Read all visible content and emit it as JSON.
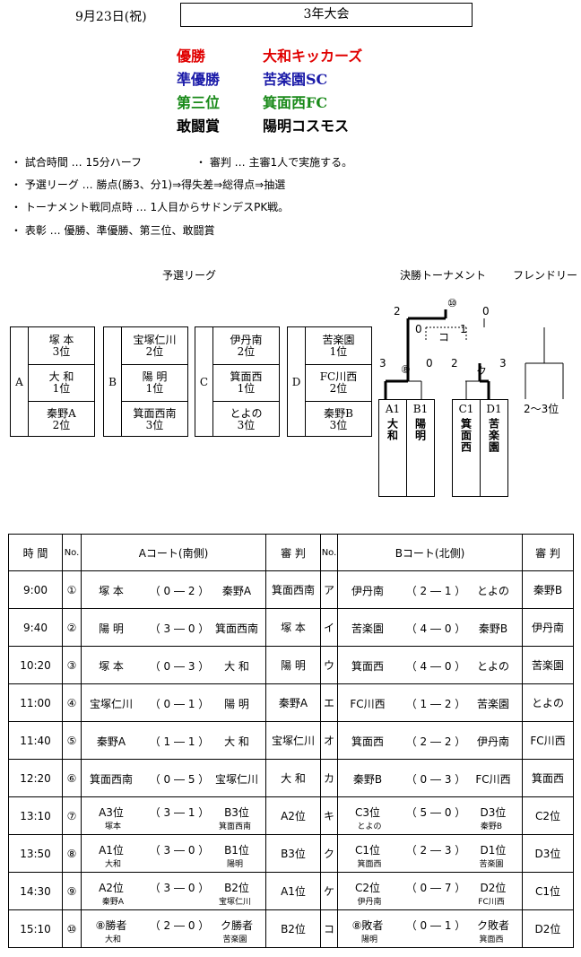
{
  "header": {
    "date": "9月23日(祝)",
    "title": "3年大会"
  },
  "awards": [
    {
      "label": "優勝",
      "team": "大和キッカーズ",
      "color": "#e00000"
    },
    {
      "label": "準優勝",
      "team": "苦楽園SC",
      "color": "#1a1aa8"
    },
    {
      "label": "第三位",
      "team": "箕面西FC",
      "color": "#1a8a1a"
    },
    {
      "label": "敢闘賞",
      "team": "陽明コスモス",
      "color": "#000000"
    }
  ],
  "rules": {
    "r1": "・ 試合時間 … 15分ハーフ",
    "r1b": "・ 審判 … 主審1人で実施する。",
    "r2": "・ 予選リーグ … 勝点(勝3、分1)⇒得失差⇒総得点⇒抽選",
    "r3": "・ トーナメント戦同点時 … 1人目からサドンデスPK戦。",
    "r4": "・ 表彰 … 優勝、準優勝、第三位、敢闘賞"
  },
  "sections": {
    "league": "予選リーグ",
    "tournament": "決勝トーナメント",
    "friendly": "フレンドリー"
  },
  "groups": [
    {
      "name": "A",
      "teams": [
        {
          "n": "塚 本",
          "r": "3位"
        },
        {
          "n": "大 和",
          "r": "1位"
        },
        {
          "n": "秦野A",
          "r": "2位"
        }
      ]
    },
    {
      "name": "B",
      "teams": [
        {
          "n": "宝塚仁川",
          "r": "2位"
        },
        {
          "n": "陽 明",
          "r": "1位"
        },
        {
          "n": "箕面西南",
          "r": "3位"
        }
      ]
    },
    {
      "name": "C",
      "teams": [
        {
          "n": "伊丹南",
          "r": "2位"
        },
        {
          "n": "箕面西",
          "r": "1位"
        },
        {
          "n": "とよの",
          "r": "3位"
        }
      ]
    },
    {
      "name": "D",
      "teams": [
        {
          "n": "苦楽園",
          "r": "1位"
        },
        {
          "n": "FC川西",
          "r": "2位"
        },
        {
          "n": "秦野B",
          "r": "3位"
        }
      ]
    }
  ],
  "bracket": {
    "slots": [
      {
        "seed": "A1",
        "team": "大和"
      },
      {
        "seed": "B1",
        "team": "陽明"
      },
      {
        "seed": "C1",
        "team": "箕面西"
      },
      {
        "seed": "D1",
        "team": "苦楽園"
      }
    ],
    "scores": {
      "s8l": "3",
      "s8r": "0",
      "ckl": "2",
      "ckr": "3",
      "fl": "2",
      "fr": "0",
      "tl": "0",
      "tr": "1"
    },
    "marks": {
      "m10": "⑩",
      "m8": "⑧",
      "mk": "ク",
      "mko": "コ"
    },
    "friendly": "2～3位"
  },
  "schedule": {
    "headers": {
      "time": "時 間",
      "no": "No.",
      "courtA": "Aコート(南側)",
      "ref": "審 判",
      "courtB": "Bコート(北側)"
    },
    "rows": [
      {
        "time": "9:00",
        "noA": "①",
        "a": {
          "t1": "塚 本",
          "sc": "（ 0 ― 2 ）",
          "t2": "秦野A"
        },
        "refA": "箕面西南",
        "noB": "ア",
        "b": {
          "t1": "伊丹南",
          "sc": "（ 2 ― 1 ）",
          "t2": "とよの"
        },
        "refB": "秦野B"
      },
      {
        "time": "9:40",
        "noA": "②",
        "a": {
          "t1": "陽 明",
          "sc": "（ 3 ― 0 ）",
          "t2": "箕面西南"
        },
        "refA": "塚 本",
        "noB": "イ",
        "b": {
          "t1": "苦楽園",
          "sc": "（ 4 ― 0 ）",
          "t2": "秦野B"
        },
        "refB": "伊丹南"
      },
      {
        "time": "10:20",
        "noA": "③",
        "a": {
          "t1": "塚 本",
          "sc": "（ 0 ― 3 ）",
          "t2": "大 和"
        },
        "refA": "陽 明",
        "noB": "ウ",
        "b": {
          "t1": "箕面西",
          "sc": "（ 4 ― 0 ）",
          "t2": "とよの"
        },
        "refB": "苦楽園"
      },
      {
        "time": "11:00",
        "noA": "④",
        "a": {
          "t1": "宝塚仁川",
          "sc": "（ 0 ― 1 ）",
          "t2": "陽 明"
        },
        "refA": "秦野A",
        "noB": "エ",
        "b": {
          "t1": "FC川西",
          "sc": "（ 1 ― 2 ）",
          "t2": "苦楽園"
        },
        "refB": "とよの"
      },
      {
        "time": "11:40",
        "noA": "⑤",
        "a": {
          "t1": "秦野A",
          "sc": "（ 1 ― 1 ）",
          "t2": "大 和"
        },
        "refA": "宝塚仁川",
        "noB": "オ",
        "b": {
          "t1": "箕面西",
          "sc": "（ 2 ― 2 ）",
          "t2": "伊丹南"
        },
        "refB": "FC川西"
      },
      {
        "time": "12:20",
        "noA": "⑥",
        "a": {
          "t1": "箕面西南",
          "sc": "（ 0 ― 5 ）",
          "t2": "宝塚仁川"
        },
        "refA": "大 和",
        "noB": "カ",
        "b": {
          "t1": "秦野B",
          "sc": "（ 0 ― 3 ）",
          "t2": "FC川西"
        },
        "refB": "箕面西"
      },
      {
        "time": "13:10",
        "noA": "⑦",
        "a": {
          "t1": "A3位",
          "sc": "（ 3 ― 1 ）",
          "t2": "B3位",
          "s1": "塚本",
          "s2": "箕面西南"
        },
        "refA": "A2位",
        "noB": "キ",
        "b": {
          "t1": "C3位",
          "sc": "（ 5 ― 0 ）",
          "t2": "D3位",
          "s1": "とよの",
          "s2": "秦野B"
        },
        "refB": "C2位"
      },
      {
        "time": "13:50",
        "noA": "⑧",
        "a": {
          "t1": "A1位",
          "sc": "（ 3 ― 0 ）",
          "t2": "B1位",
          "s1": "大和",
          "s2": "陽明"
        },
        "refA": "B3位",
        "noB": "ク",
        "b": {
          "t1": "C1位",
          "sc": "（ 2 ― 3 ）",
          "t2": "D1位",
          "s1": "箕面西",
          "s2": "苦楽園"
        },
        "refB": "D3位"
      },
      {
        "time": "14:30",
        "noA": "⑨",
        "a": {
          "t1": "A2位",
          "sc": "（ 3 ― 0 ）",
          "t2": "B2位",
          "s1": "秦野A",
          "s2": "宝塚仁川"
        },
        "refA": "A1位",
        "noB": "ケ",
        "b": {
          "t1": "C2位",
          "sc": "（ 0 ― 7 ）",
          "t2": "D2位",
          "s1": "伊丹南",
          "s2": "FC川西"
        },
        "refB": "C1位"
      },
      {
        "time": "15:10",
        "noA": "⑩",
        "a": {
          "t1": "⑧勝者",
          "sc": "（ 2 ― 0 ）",
          "t2": "ク勝者",
          "s1": "大和",
          "s2": "苦楽園"
        },
        "refA": "B2位",
        "noB": "コ",
        "b": {
          "t1": "⑧敗者",
          "sc": "（ 0 ― 1 ）",
          "t2": "ク敗者",
          "s1": "陽明",
          "s2": "箕面西"
        },
        "refB": "D2位"
      }
    ]
  }
}
